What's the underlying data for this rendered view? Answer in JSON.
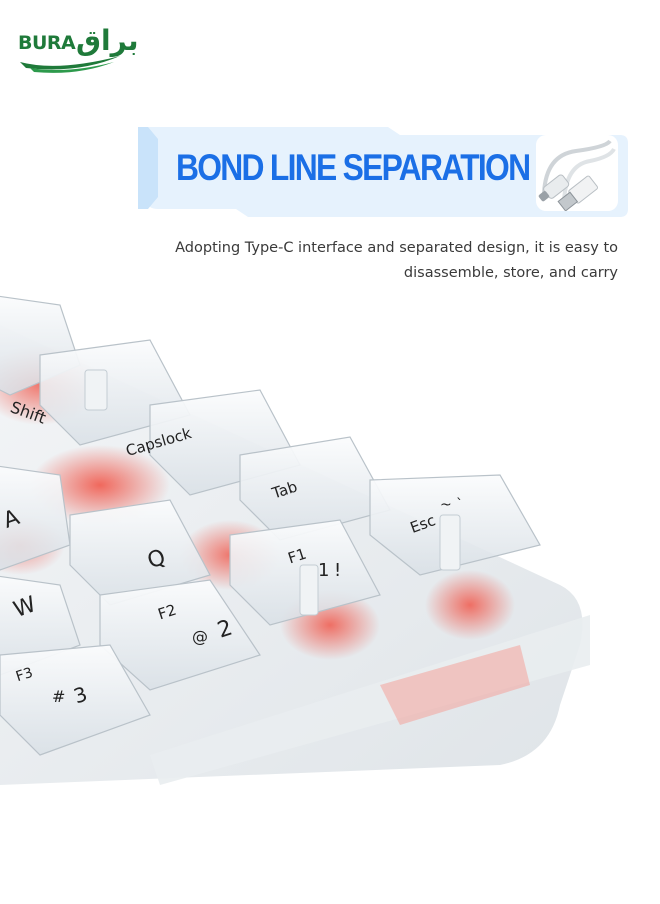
{
  "logo": {
    "latin": "BURA",
    "arabic": "براق"
  },
  "banner": {
    "title": "BOND LINE SEPARATION"
  },
  "description": {
    "line1": "Adopting Type-C interface and separated design, it is easy to",
    "line2": "disassemble, store, and carry"
  },
  "keycaps": {
    "shift": "Shift",
    "capslock": "Capslock",
    "tab": "Tab",
    "esc": "Esc",
    "tilde": "~",
    "backtick": "`",
    "f1": "F1",
    "one": "1",
    "exclaim": "!",
    "q": "Q",
    "w": "W",
    "a": "A",
    "two": "2",
    "at": "@",
    "f2": "F2",
    "three": "3",
    "hash": "#",
    "f3": "F3"
  },
  "colors": {
    "brand_green": "#1f7a3a",
    "title_blue": "#1b6fe6",
    "banner_bg": "#e6f2fd",
    "switch_red": "#e8463a"
  }
}
